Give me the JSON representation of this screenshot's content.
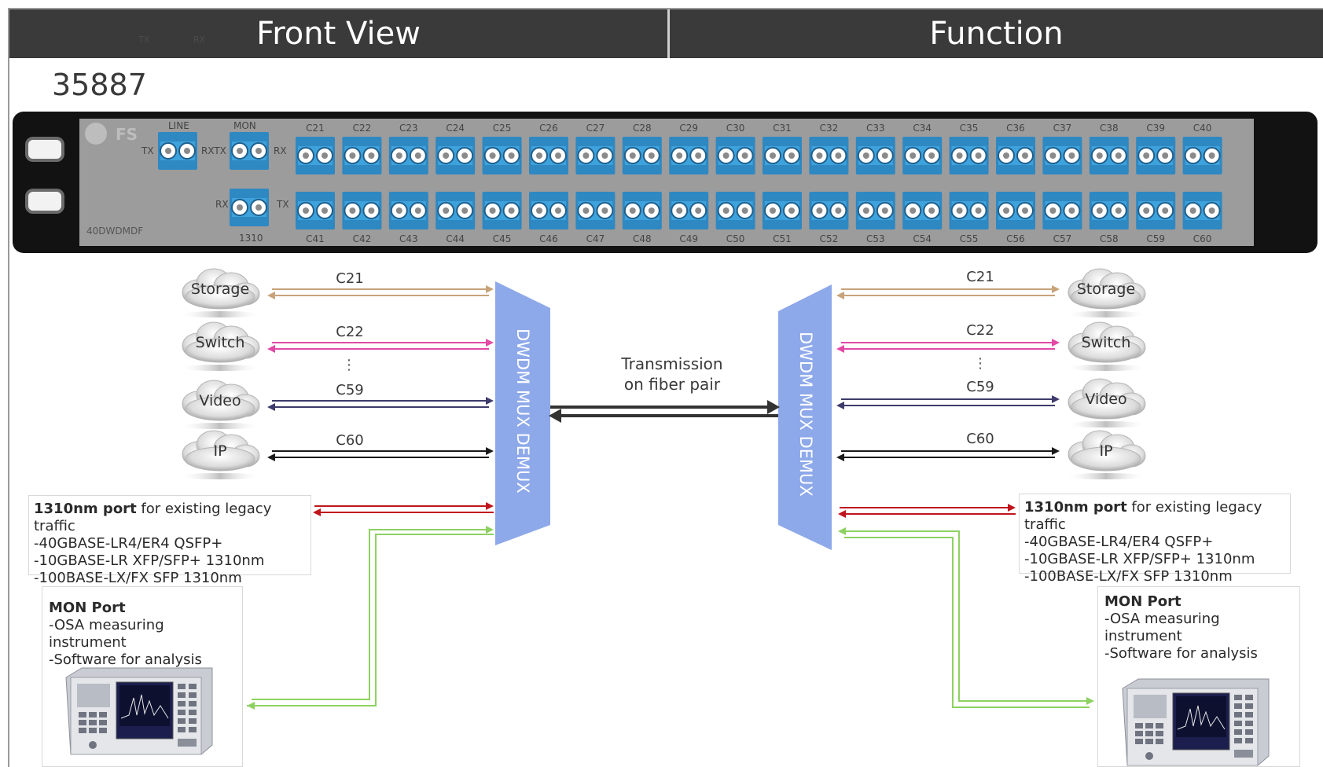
{
  "header": {
    "left_title": "Front View",
    "right_title": "Function",
    "ghost_tx": "TX",
    "ghost_rx": "RX"
  },
  "model_number": "35887",
  "panel": {
    "brand": "FS",
    "model_label": "40DWDMDF",
    "line_label": "LINE",
    "mon_label": "MON",
    "tx": "TX",
    "rx": "RX",
    "rxtx": "RXTX",
    "port_1310": "1310",
    "top_channels": [
      "C21",
      "C22",
      "C23",
      "C24",
      "C25",
      "C26",
      "C27",
      "C28",
      "C29",
      "C30",
      "C31",
      "C32",
      "C33",
      "C34",
      "C35",
      "C36",
      "C37",
      "C38",
      "C39",
      "C40"
    ],
    "bottom_channels": [
      "C41",
      "C42",
      "C43",
      "C44",
      "C45",
      "C46",
      "C47",
      "C48",
      "C49",
      "C50",
      "C51",
      "C52",
      "C53",
      "C54",
      "C55",
      "C56",
      "C57",
      "C58",
      "C59",
      "C60"
    ]
  },
  "diagram": {
    "mux_label": "DWDM MUX DEMUX",
    "transmission_line1": "Transmission",
    "transmission_line2": "on fiber pair",
    "ellipsis": "⋮",
    "clouds": [
      "Storage",
      "Switch",
      "Video",
      "IP"
    ],
    "channels": [
      "C21",
      "C22",
      "C59",
      "C60"
    ],
    "colors": {
      "storage": "#c8a27a",
      "switch": "#e24aa6",
      "video": "#3d3b6b",
      "ip": "#1a1a1a",
      "legacy": "#c0141c",
      "mon": "#8ed162",
      "mux": "#8ea9ea"
    }
  },
  "legacy": {
    "title": "1310nm port",
    "title_rest": " for existing legacy traffic",
    "lines": [
      "-40GBASE-LR4/ER4 QSFP+",
      "-10GBASE-LR XFP/SFP+ 1310nm",
      "-100BASE-LX/FX SFP 1310nm"
    ]
  },
  "mon": {
    "title": "MON Port",
    "lines": [
      "-OSA measuring instrument",
      "-Software for analysis"
    ]
  }
}
